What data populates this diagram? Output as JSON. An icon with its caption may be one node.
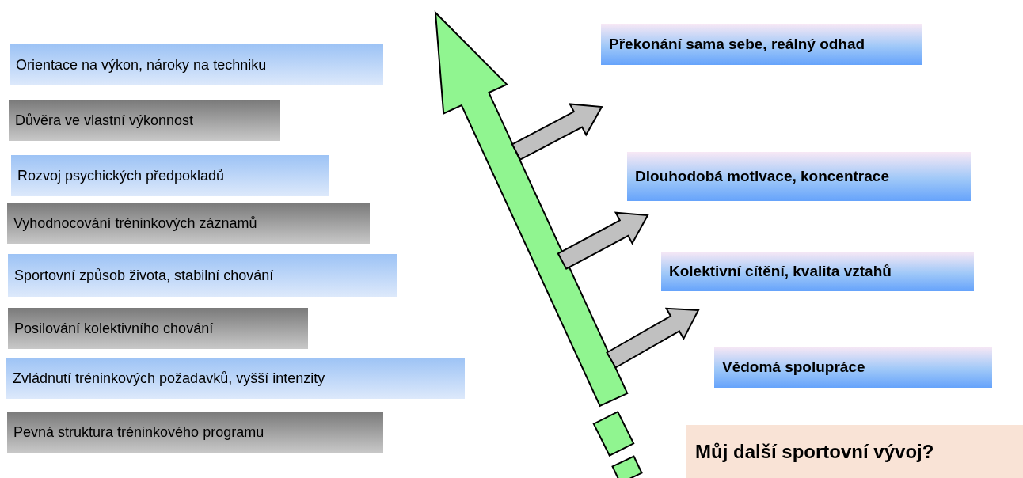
{
  "diagram": {
    "nodes": [
      {
        "text": [
          "Orientace na výkon, nároky na techniku"
        ]
      },
      {
        "text": [
          "Důvěra ve vlastní výkonnost"
        ]
      },
      {
        "text": [
          "Rozvoj psychických předpokladů"
        ]
      },
      {
        "text": [
          "Vyhodnocování tréninkových záznamů"
        ]
      },
      {
        "text": [
          "Sportovní způsob života, stabilní chování"
        ]
      },
      {
        "text": [
          "Posilování kolektivního chování"
        ]
      },
      {
        "text": [
          "Zvládnutí tréninkových požadavků, vyšší intenzity"
        ]
      },
      {
        "text": [
          "Pevná struktura tréninkového programu"
        ]
      },
      {
        "text": [
          "Překonání sama sebe, reálný odhad"
        ]
      },
      {
        "text": [
          "Dlouhodobá motivace, koncentrace"
        ]
      },
      {
        "text": [
          "Kolektivní cítění, kvalita vztahů"
        ]
      },
      {
        "text": [
          "Vědomá spolupráce"
        ]
      },
      {
        "text": [
          "Můj další sportovní vývoj?"
        ]
      }
    ]
  }
}
